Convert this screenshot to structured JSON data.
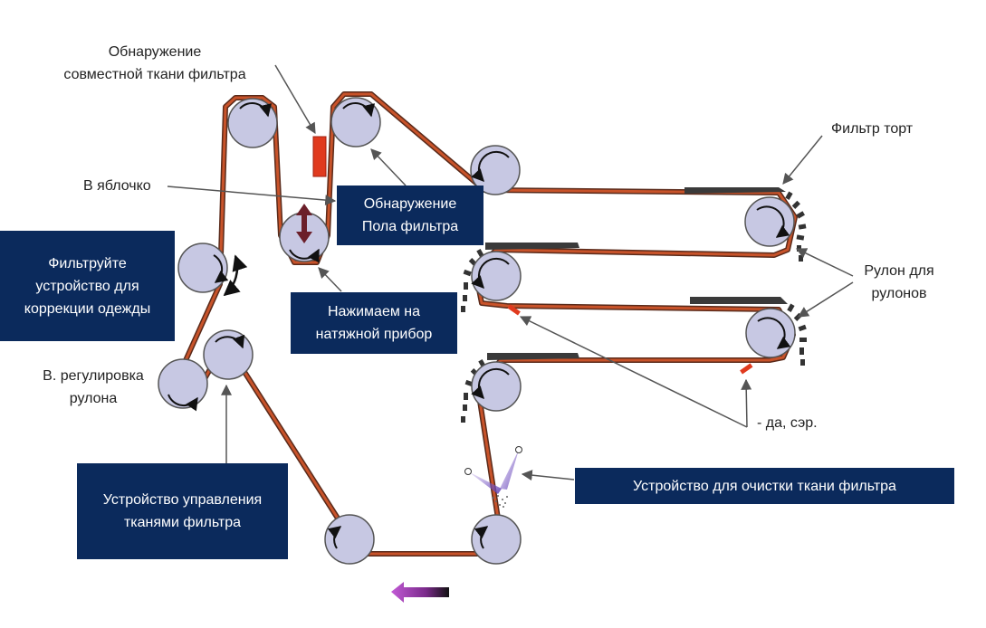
{
  "labels": {
    "co_detection": [
      "Обнаружение",
      "совместной ткани фильтра"
    ],
    "bullseye": "В яблочко",
    "roll_adjust": [
      "В. регулировка",
      "рулона"
    ],
    "filter_cake": "Фильтр торт",
    "roll_for_rolls": [
      "Рулон для",
      "рулонов"
    ],
    "yes_sir": "- да, сэр."
  },
  "boxes": {
    "floor_detection": [
      "Обнаружение",
      "Пола фильтра"
    ],
    "correction_device": [
      "Фильтруйте",
      "устройство для",
      "коррекции одежды"
    ],
    "tension_device": [
      "Нажимаем на",
      "натяжной прибор"
    ],
    "control_device": [
      "Устройство управления",
      "тканями фильтра"
    ],
    "cleaning_device": [
      "Устройство для очистки ткани фильтра"
    ]
  },
  "colors": {
    "belt": "#c8532a",
    "belt_edge": "#5a2a1a",
    "roller_fill": "#c7c8e3",
    "roller_stroke": "#555555",
    "cake": "#3a3a3a",
    "box_bg": "#0b2a5c",
    "sensor": "#e03a1e",
    "tension_arrow": "#6b1f2a",
    "motion_arrow": "#b34fc7"
  }
}
